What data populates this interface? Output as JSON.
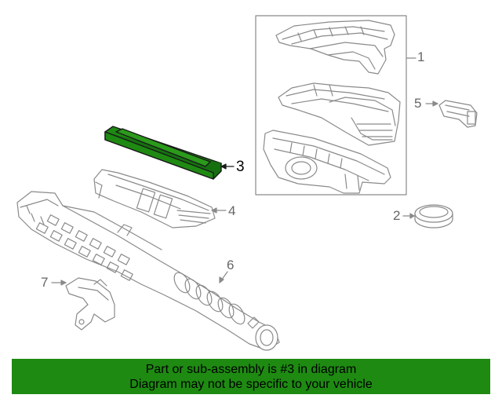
{
  "callouts": [
    "1",
    "2",
    "3",
    "4",
    "5",
    "6",
    "7"
  ],
  "colors": {
    "highlight_fill": "#1e8a12",
    "line": "#8a8a8a",
    "banner": "#1e8a12"
  },
  "banner": {
    "line1": "Part or sub-assembly is #3 in diagram",
    "line2": "Diagram may not be specific to your vehicle"
  }
}
